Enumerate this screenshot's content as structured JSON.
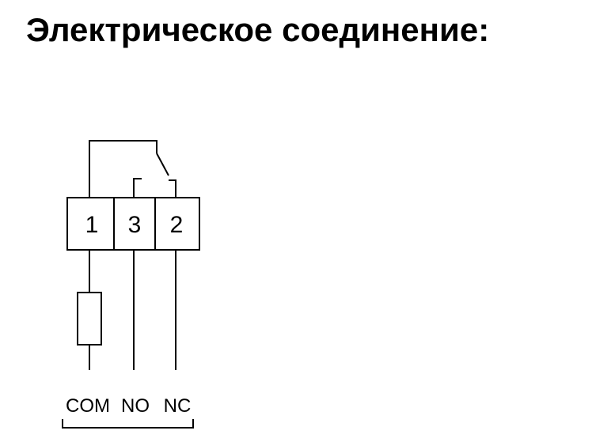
{
  "title": "Электрическое соединение:",
  "terminals": [
    {
      "number": "1"
    },
    {
      "number": "3"
    },
    {
      "number": "2"
    }
  ],
  "wires": [
    {
      "label": "COM"
    },
    {
      "label": "NO"
    },
    {
      "label": "NC"
    }
  ],
  "colors": {
    "ink": "#000000",
    "background": "#ffffff"
  }
}
